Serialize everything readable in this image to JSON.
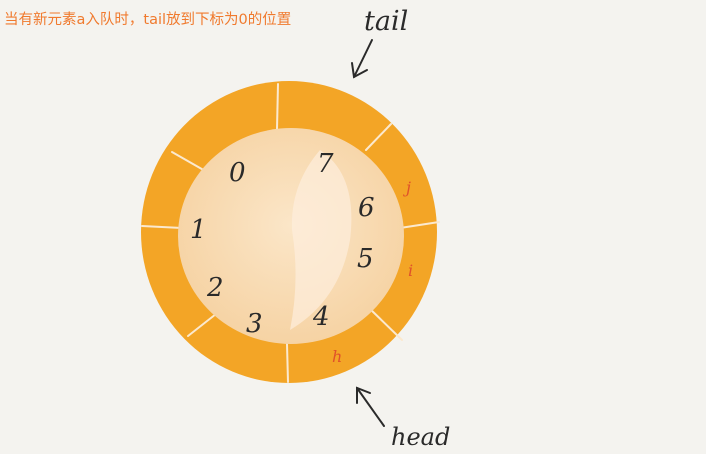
{
  "caption": "当有新元素a入队时，tail放到下标为0的位置",
  "labels": {
    "tail": "tail",
    "head": "head"
  },
  "slots": [
    {
      "index": "0",
      "value": ""
    },
    {
      "index": "1",
      "value": ""
    },
    {
      "index": "2",
      "value": ""
    },
    {
      "index": "3",
      "value": ""
    },
    {
      "index": "4",
      "value": "h"
    },
    {
      "index": "5",
      "value": "i"
    },
    {
      "index": "6",
      "value": "j"
    },
    {
      "index": "7",
      "value": ""
    }
  ],
  "colors": {
    "caption": "#f07a2e",
    "ring": "#f3a526",
    "inner": "#f8dcb4",
    "element_letters": "#e0522a",
    "ink": "#2a2a2a"
  }
}
